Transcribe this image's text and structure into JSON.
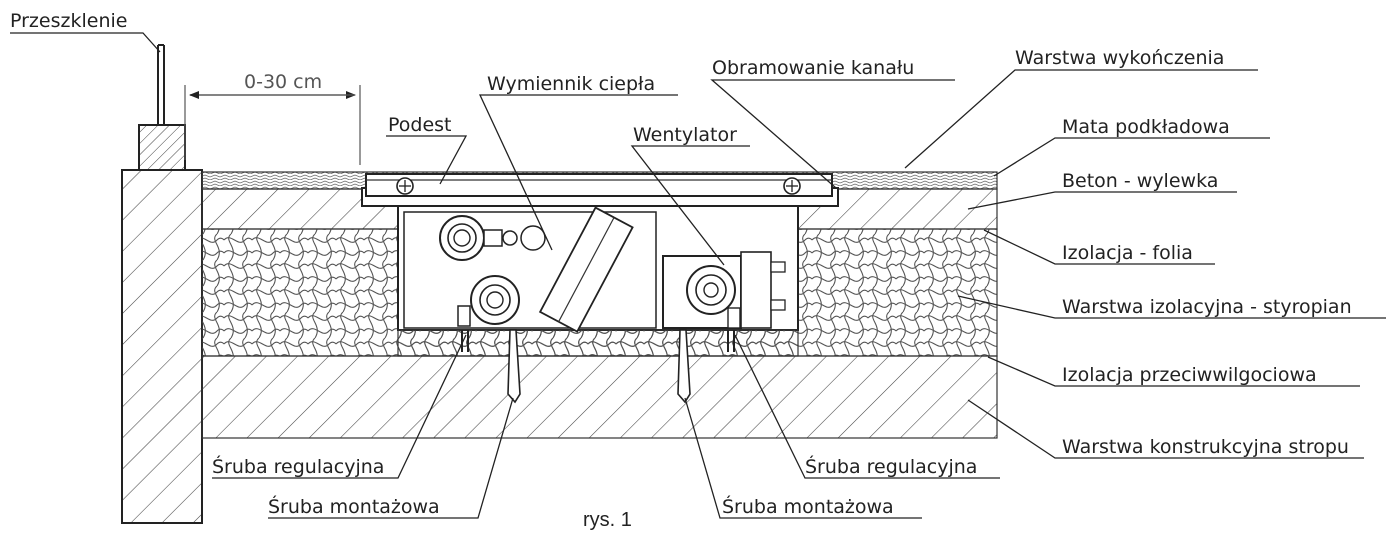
{
  "labels": {
    "glazing": "Przeszklenie",
    "distance": "0-30 cm",
    "heat_exchanger": "Wymiennik ciepła",
    "channel_frame": "Obramowanie kanału",
    "finish_layer": "Warstwa wykończenia",
    "platform": "Podest",
    "fan": "Wentylator",
    "underlay_mat": "Mata podkładowa",
    "concrete_screed": "Beton - wylewka",
    "insulation_foil": "Izolacja - folia",
    "insulation_styrofoam": "Warstwa izolacyjna - styropian",
    "damp_proofing": "Izolacja przeciwwilgociowa",
    "structural_layer": "Warstwa konstrukcyjna stropu",
    "adjusting_screw_left": "Śruba regulacyjna",
    "adjusting_screw_right": "Śruba regulacyjna",
    "mounting_screw_left": "Śruba montażowa",
    "mounting_screw_right": "Śruba montażowa"
  },
  "caption": "rys. 1"
}
